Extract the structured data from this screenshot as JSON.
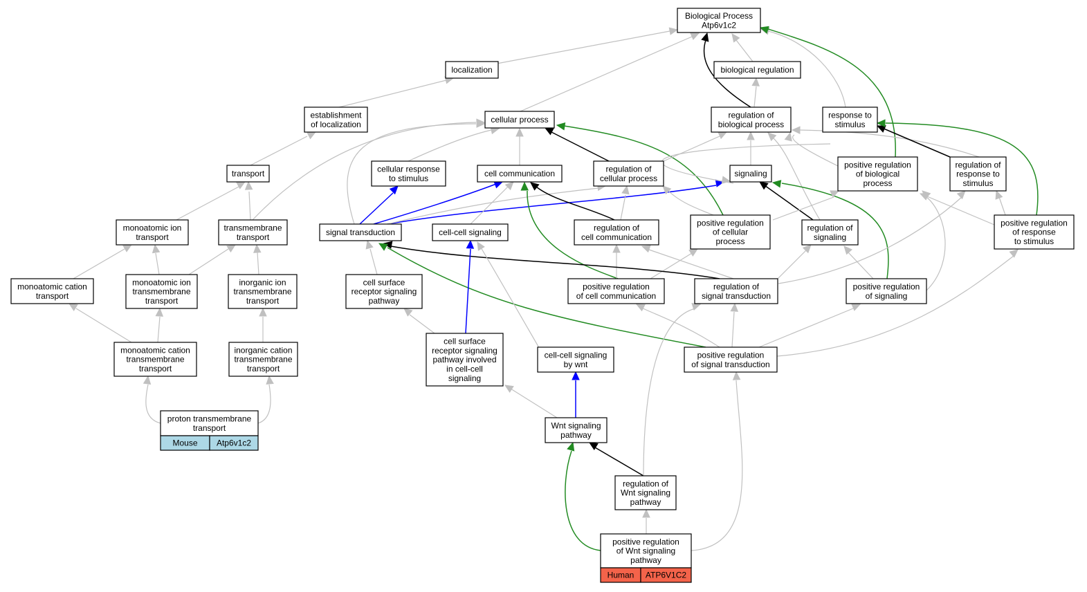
{
  "colors": {
    "is_a": "#c0c0c0",
    "regulates": "#000000",
    "part_of": "#0000ff",
    "positively_regulates": "#228b22",
    "mouse_fill": "#add8e6",
    "human_fill": "#f4634a",
    "node_border": "#000000"
  },
  "nodes": {
    "bp": [
      "Biological Process",
      "Atp6v1c2"
    ],
    "localization": [
      "localization"
    ],
    "bioreg": [
      "biological regulation"
    ],
    "estloc": [
      "establishment",
      "of localization"
    ],
    "cellproc": [
      "cellular process"
    ],
    "regbp": [
      "regulation of",
      "biological process"
    ],
    "respstim": [
      "response to",
      "stimulus"
    ],
    "transport": [
      "transport"
    ],
    "cellresp": [
      "cellular response",
      "to stimulus"
    ],
    "cellcomm": [
      "cell communication"
    ],
    "regcp": [
      "regulation of",
      "cellular process"
    ],
    "signaling": [
      "signaling"
    ],
    "posregbp": [
      "positive regulation",
      "of biological",
      "process"
    ],
    "regresp": [
      "regulation of",
      "response to",
      "stimulus"
    ],
    "monoiontrans": [
      "monoatomic ion",
      "transport"
    ],
    "tmtrans": [
      "transmembrane",
      "transport"
    ],
    "sigtrans": [
      "signal transduction"
    ],
    "ccsig": [
      "cell-cell signaling"
    ],
    "regcc": [
      "regulation of",
      "cell communication"
    ],
    "posregcp": [
      "positive regulation",
      "of cellular",
      "process"
    ],
    "regsig": [
      "regulation of",
      "signaling"
    ],
    "posregresp": [
      "positive regulation",
      "of response",
      "to stimulus"
    ],
    "monocattrans": [
      "monoatomic cation",
      "transport"
    ],
    "monoiontm": [
      "monoatomic ion",
      "transmembrane",
      "transport"
    ],
    "inoriontm": [
      "inorganic ion",
      "transmembrane",
      "transport"
    ],
    "csrsp": [
      "cell surface",
      "receptor signaling",
      "pathway"
    ],
    "posregcc": [
      "positive regulation",
      "of cell communication"
    ],
    "regst": [
      "regulation of",
      "signal transduction"
    ],
    "posregsig": [
      "positive regulation",
      "of signaling"
    ],
    "monocattm": [
      "monoatomic cation",
      "transmembrane",
      "transport"
    ],
    "inorcattm": [
      "inorganic cation",
      "transmembrane",
      "transport"
    ],
    "csrspcc": [
      "cell surface",
      "receptor signaling",
      "pathway involved",
      "in cell-cell",
      "signaling"
    ],
    "ccwnt": [
      "cell-cell signaling",
      "by wnt"
    ],
    "posregst": [
      "positive regulation",
      "of signal transduction"
    ],
    "protontm": [
      "proton transmembrane",
      "transport"
    ],
    "wnt": [
      "Wnt signaling",
      "pathway"
    ],
    "regwnt": [
      "regulation of",
      "Wnt signaling",
      "pathway"
    ],
    "posregwnt": [
      "positive regulation",
      "of Wnt signaling",
      "pathway"
    ]
  },
  "annotations": {
    "mouse": {
      "species": "Mouse",
      "gene": "Atp6v1c2"
    },
    "human": {
      "species": "Human",
      "gene": "ATP6V1C2"
    }
  }
}
